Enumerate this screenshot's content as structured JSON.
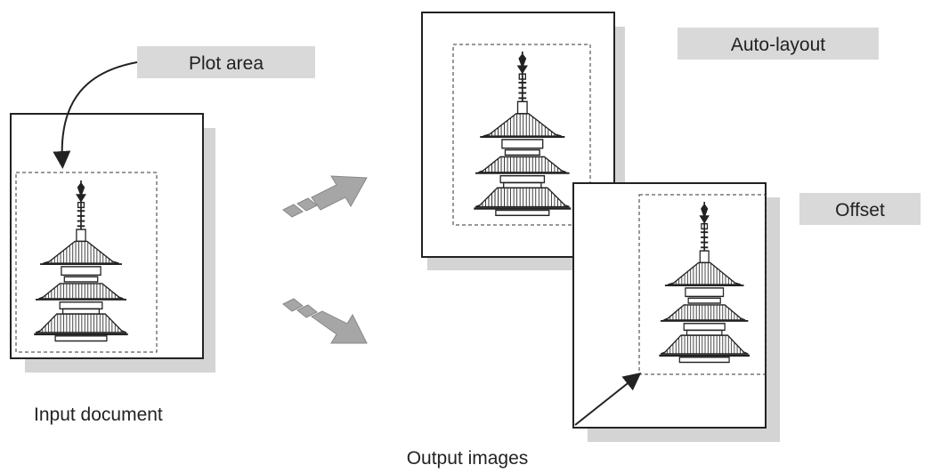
{
  "labels": {
    "plot_area": "Plot area",
    "auto_layout": "Auto-layout",
    "offset": "Offset",
    "input_document": "Input document",
    "output_images": "Output images"
  },
  "icons": {
    "pagoda": "pagoda-illustration",
    "arrow_upper": "arrow-up-right-icon",
    "arrow_lower": "arrow-down-right-icon"
  },
  "colors": {
    "label_box": "#d9d9d9",
    "shadow": "#d4d4d4",
    "arrow_fill": "#a6a6a6",
    "line": "#222222"
  }
}
